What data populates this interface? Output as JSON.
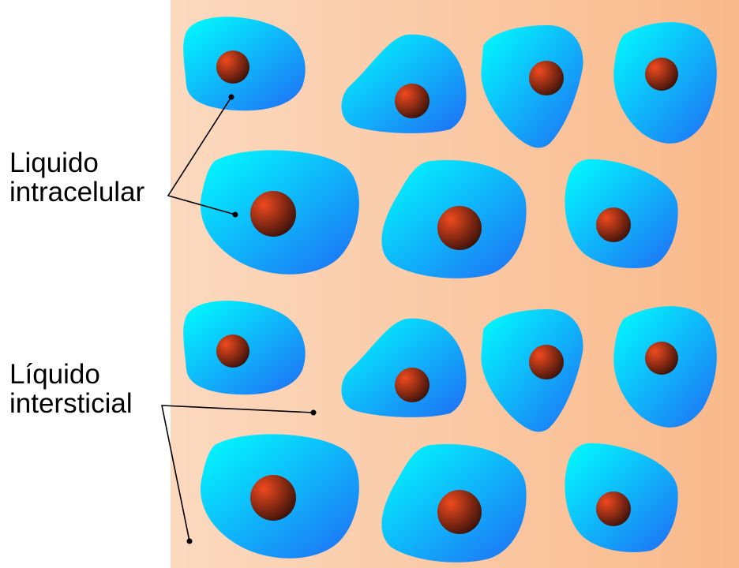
{
  "labels": {
    "intracellular": [
      "Liquido",
      "intracelular"
    ],
    "interstitial": [
      "Líquido",
      "intersticial"
    ]
  },
  "colors": {
    "background_left": "#fbd9bf",
    "background_right": "#f9b98a",
    "cell_light": "#00ffff",
    "cell_dark": "#1f6cf5",
    "nucleus_light": "#f04a1e",
    "nucleus_dark": "#2a0d08",
    "leader_line": "#000000"
  },
  "structures": {
    "cells": "cell-icon",
    "nuclei": "nucleus-icon",
    "pointers": "leader-line"
  }
}
